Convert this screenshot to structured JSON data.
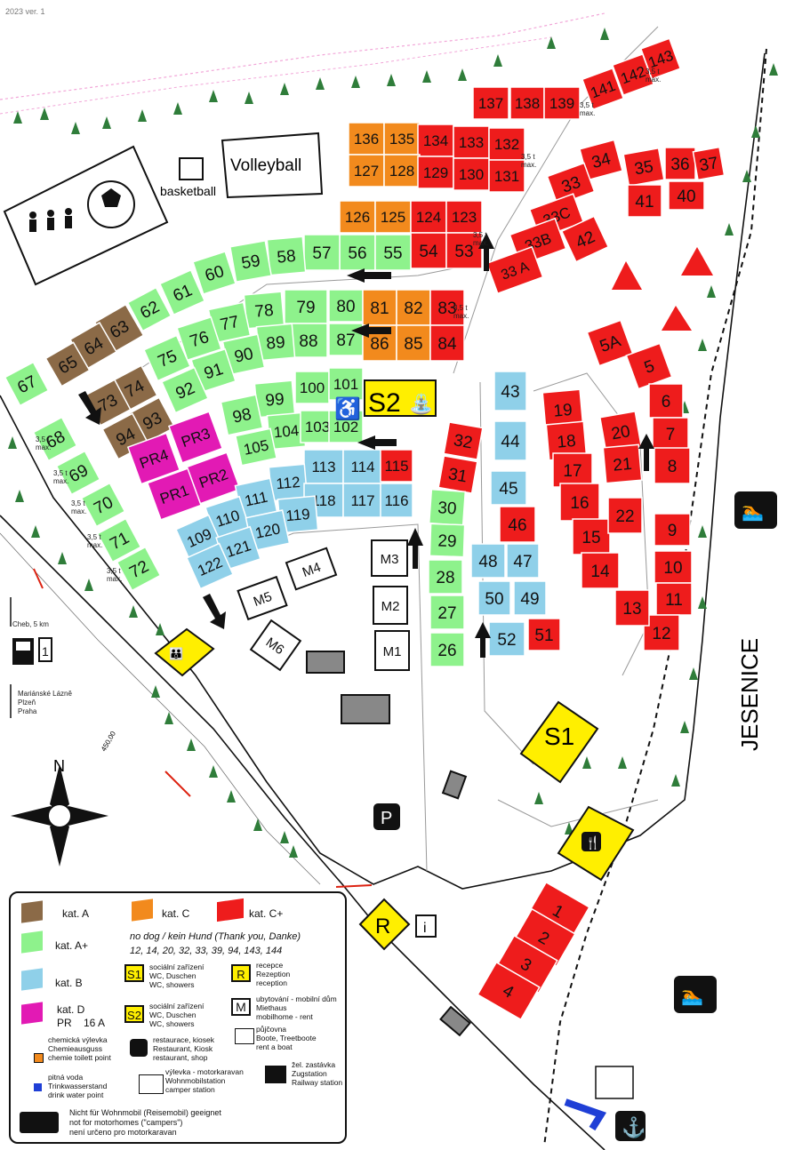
{
  "header": {
    "version": "2023  ver. 1"
  },
  "colors": {
    "kat_a": "#8b6a47",
    "kat_a_plus": "#8ef28c",
    "kat_b": "#8fd0e9",
    "kat_c": "#f28a1d",
    "kat_c_plus": "#ee1c1c",
    "kat_d": "#e21ab4",
    "service": "#ffef00"
  },
  "facilities": {
    "volleyball": "Volleyball",
    "basketball": "basketball",
    "s2": "S2",
    "s1": "S1",
    "reception": "R",
    "parking": "P",
    "info": "i",
    "town": "JESENICE",
    "compass": "N",
    "height_marker": "450,00"
  },
  "directions": {
    "cheb": "Cheb, 5 km",
    "south": [
      "Mariánské Lázně",
      "Plzeň",
      "Praha"
    ]
  },
  "weight_label": [
    "3,5 t",
    "max."
  ],
  "pitches": [
    {
      "id": "137",
      "cat": "cplus"
    },
    {
      "id": "138",
      "cat": "cplus"
    },
    {
      "id": "139",
      "cat": "cplus"
    },
    {
      "id": "141",
      "cat": "cplus"
    },
    {
      "id": "142",
      "cat": "cplus"
    },
    {
      "id": "143",
      "cat": "cplus"
    },
    {
      "id": "136",
      "cat": "c"
    },
    {
      "id": "135",
      "cat": "c"
    },
    {
      "id": "134",
      "cat": "cplus"
    },
    {
      "id": "133",
      "cat": "cplus"
    },
    {
      "id": "132",
      "cat": "cplus"
    },
    {
      "id": "127",
      "cat": "c"
    },
    {
      "id": "128",
      "cat": "c"
    },
    {
      "id": "129",
      "cat": "cplus"
    },
    {
      "id": "130",
      "cat": "cplus"
    },
    {
      "id": "131",
      "cat": "cplus"
    },
    {
      "id": "126",
      "cat": "c"
    },
    {
      "id": "125",
      "cat": "c"
    },
    {
      "id": "124",
      "cat": "cplus"
    },
    {
      "id": "123",
      "cat": "cplus"
    },
    {
      "id": "54",
      "cat": "cplus"
    },
    {
      "id": "53",
      "cat": "cplus"
    },
    {
      "id": "56",
      "cat": "aplus"
    },
    {
      "id": "55",
      "cat": "aplus"
    },
    {
      "id": "57",
      "cat": "aplus"
    },
    {
      "id": "58",
      "cat": "aplus"
    },
    {
      "id": "59",
      "cat": "aplus"
    },
    {
      "id": "60",
      "cat": "aplus"
    },
    {
      "id": "61",
      "cat": "aplus"
    },
    {
      "id": "62",
      "cat": "aplus"
    },
    {
      "id": "63",
      "cat": "a"
    },
    {
      "id": "64",
      "cat": "a"
    },
    {
      "id": "65",
      "cat": "a"
    },
    {
      "id": "80",
      "cat": "aplus"
    },
    {
      "id": "79",
      "cat": "aplus"
    },
    {
      "id": "78",
      "cat": "aplus"
    },
    {
      "id": "77",
      "cat": "aplus"
    },
    {
      "id": "76",
      "cat": "aplus"
    },
    {
      "id": "75",
      "cat": "aplus"
    },
    {
      "id": "87",
      "cat": "aplus"
    },
    {
      "id": "88",
      "cat": "aplus"
    },
    {
      "id": "89",
      "cat": "aplus"
    },
    {
      "id": "90",
      "cat": "aplus"
    },
    {
      "id": "91",
      "cat": "aplus"
    },
    {
      "id": "92",
      "cat": "aplus"
    },
    {
      "id": "81",
      "cat": "c"
    },
    {
      "id": "82",
      "cat": "c"
    },
    {
      "id": "86",
      "cat": "c"
    },
    {
      "id": "85",
      "cat": "c"
    },
    {
      "id": "83",
      "cat": "cplus"
    },
    {
      "id": "84",
      "cat": "cplus"
    },
    {
      "id": "74",
      "cat": "a"
    },
    {
      "id": "73",
      "cat": "a"
    },
    {
      "id": "93",
      "cat": "a"
    },
    {
      "id": "94",
      "cat": "a"
    },
    {
      "id": "67",
      "cat": "aplus"
    },
    {
      "id": "68",
      "cat": "aplus"
    },
    {
      "id": "69",
      "cat": "aplus"
    },
    {
      "id": "70",
      "cat": "aplus"
    },
    {
      "id": "71",
      "cat": "aplus"
    },
    {
      "id": "72",
      "cat": "aplus"
    },
    {
      "id": "100",
      "cat": "aplus"
    },
    {
      "id": "101",
      "cat": "aplus"
    },
    {
      "id": "99",
      "cat": "aplus"
    },
    {
      "id": "98",
      "cat": "aplus"
    },
    {
      "id": "104",
      "cat": "aplus"
    },
    {
      "id": "103",
      "cat": "aplus"
    },
    {
      "id": "102",
      "cat": "aplus"
    },
    {
      "id": "105",
      "cat": "aplus"
    },
    {
      "id": "PR3",
      "cat": "d"
    },
    {
      "id": "PR4",
      "cat": "d"
    },
    {
      "id": "PR2",
      "cat": "d"
    },
    {
      "id": "PR1",
      "cat": "d"
    },
    {
      "id": "113",
      "cat": "b"
    },
    {
      "id": "114",
      "cat": "b"
    },
    {
      "id": "115",
      "cat": "cplus"
    },
    {
      "id": "112",
      "cat": "b"
    },
    {
      "id": "111",
      "cat": "b"
    },
    {
      "id": "110",
      "cat": "b"
    },
    {
      "id": "109",
      "cat": "b"
    },
    {
      "id": "118",
      "cat": "b"
    },
    {
      "id": "117",
      "cat": "b"
    },
    {
      "id": "116",
      "cat": "b"
    },
    {
      "id": "119",
      "cat": "b"
    },
    {
      "id": "120",
      "cat": "b"
    },
    {
      "id": "121",
      "cat": "b"
    },
    {
      "id": "122",
      "cat": "b"
    },
    {
      "id": "43",
      "cat": "b"
    },
    {
      "id": "44",
      "cat": "b"
    },
    {
      "id": "45",
      "cat": "b"
    },
    {
      "id": "32",
      "cat": "cplus"
    },
    {
      "id": "31",
      "cat": "cplus"
    },
    {
      "id": "30",
      "cat": "aplus"
    },
    {
      "id": "29",
      "cat": "aplus"
    },
    {
      "id": "28",
      "cat": "aplus"
    },
    {
      "id": "27",
      "cat": "aplus"
    },
    {
      "id": "26",
      "cat": "aplus"
    },
    {
      "id": "46",
      "cat": "cplus"
    },
    {
      "id": "48",
      "cat": "b"
    },
    {
      "id": "47",
      "cat": "b"
    },
    {
      "id": "50",
      "cat": "b"
    },
    {
      "id": "49",
      "cat": "b"
    },
    {
      "id": "52",
      "cat": "b"
    },
    {
      "id": "51",
      "cat": "cplus"
    },
    {
      "id": "34",
      "cat": "cplus"
    },
    {
      "id": "35",
      "cat": "cplus"
    },
    {
      "id": "36",
      "cat": "cplus"
    },
    {
      "id": "37",
      "cat": "cplus"
    },
    {
      "id": "33",
      "cat": "cplus"
    },
    {
      "id": "33C",
      "cat": "cplus"
    },
    {
      "id": "33B",
      "cat": "cplus"
    },
    {
      "id": "33 A",
      "cat": "cplus"
    },
    {
      "id": "41",
      "cat": "cplus"
    },
    {
      "id": "40",
      "cat": "cplus"
    },
    {
      "id": "42",
      "cat": "cplus"
    },
    {
      "id": "5A",
      "cat": "cplus"
    },
    {
      "id": "5",
      "cat": "cplus"
    },
    {
      "id": "6",
      "cat": "cplus"
    },
    {
      "id": "7",
      "cat": "cplus"
    },
    {
      "id": "8",
      "cat": "cplus"
    },
    {
      "id": "19",
      "cat": "cplus"
    },
    {
      "id": "18",
      "cat": "cplus"
    },
    {
      "id": "17",
      "cat": "cplus"
    },
    {
      "id": "16",
      "cat": "cplus"
    },
    {
      "id": "15",
      "cat": "cplus"
    },
    {
      "id": "14",
      "cat": "cplus"
    },
    {
      "id": "20",
      "cat": "cplus"
    },
    {
      "id": "21",
      "cat": "cplus"
    },
    {
      "id": "22",
      "cat": "cplus"
    },
    {
      "id": "9",
      "cat": "cplus"
    },
    {
      "id": "10",
      "cat": "cplus"
    },
    {
      "id": "11",
      "cat": "cplus"
    },
    {
      "id": "12",
      "cat": "cplus"
    },
    {
      "id": "13",
      "cat": "cplus"
    },
    {
      "id": "1",
      "cat": "cplus"
    },
    {
      "id": "2",
      "cat": "cplus"
    },
    {
      "id": "3",
      "cat": "cplus"
    },
    {
      "id": "4",
      "cat": "cplus"
    }
  ],
  "mobilehomes": [
    "M5",
    "M4",
    "M6",
    "M3",
    "M2",
    "M1"
  ],
  "legend": {
    "kat_a": "kat. A",
    "kat_c": "kat. C",
    "kat_c_plus": "kat. C+",
    "kat_a_plus": "kat. A+",
    "kat_b": "kat. B",
    "kat_d": "kat. D",
    "kat_d_note": "PR    16 A",
    "no_dog": "no dog / kein Hund (Thank you, Danke)",
    "no_dog_pitches": "12, 14, 20, 32, 33, 39, 94, 143, 144",
    "s1_label": "S1",
    "s1_text": [
      "sociální zařízení",
      "WC, Duschen",
      "WC, showers"
    ],
    "s2_label": "S2",
    "s2_text": [
      "sociální zařízení",
      "WC, Duschen",
      "WC, showers"
    ],
    "r_label": "R",
    "r_text": [
      "recepce",
      "Rezeption",
      "reception"
    ],
    "m_label": "M",
    "m_text": [
      "ubytování - mobilní dům",
      "Miethaus",
      "mobilhome - rent"
    ],
    "boats_text": [
      "půjčovna",
      "Boote, Treetboote",
      "rent a boat"
    ],
    "toilet_point_text": [
      "chemická výlevka",
      "Chemieausguss",
      "chemie toilett point"
    ],
    "restaurant_text": [
      "restaurace, kiosek",
      "Restaurant, Kiosk",
      "restaurant, shop"
    ],
    "water_text": [
      "pitná voda",
      "Trinkwasserstand",
      "drink water point"
    ],
    "camper_text": [
      "výlevka - motorkaravan",
      "Wohnmobilstation",
      "camper station"
    ],
    "rail_text": [
      "žel. zastávka",
      "Zugstation",
      "Railway station"
    ],
    "no_motorhome_text": [
      "Nicht für Wohnmobil (Reisemobil) geeignet",
      "not for motorhomes (\"campers\")",
      "není určeno pro motorkaravan"
    ]
  }
}
